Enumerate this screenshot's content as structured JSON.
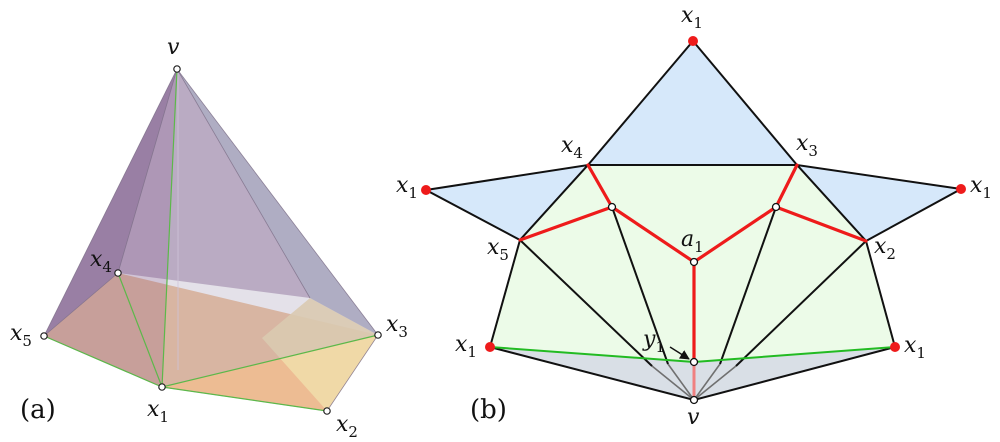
{
  "colors": {
    "face_purple": "#8c6e98",
    "face_slate": "#9c9cb6",
    "face_peach": "#eaa97c",
    "face_cream": "#efdcaa",
    "edge_green": "#5cb84a",
    "tri_blue": "#d6e8fa",
    "region_green": "#ecfbe8",
    "region_grey": "#d9dfe6",
    "red": "#ee1b1b",
    "green_line": "#22bb22",
    "black": "#111111",
    "spoke_grey": "#707070"
  },
  "panel_a": {
    "label": "(a)",
    "vertices": {
      "v": {
        "base": "v",
        "sub": ""
      },
      "x1": {
        "base": "x",
        "sub": "1"
      },
      "x2": {
        "base": "x",
        "sub": "2"
      },
      "x3": {
        "base": "x",
        "sub": "3"
      },
      "x4": {
        "base": "x",
        "sub": "4"
      },
      "x5": {
        "base": "x",
        "sub": "5"
      }
    }
  },
  "panel_b": {
    "label": "(b)",
    "vertices": {
      "x1_top": {
        "base": "x",
        "sub": "1"
      },
      "x1_left": {
        "base": "x",
        "sub": "1"
      },
      "x1_right": {
        "base": "x",
        "sub": "1"
      },
      "x1_bl": {
        "base": "x",
        "sub": "1"
      },
      "x1_br": {
        "base": "x",
        "sub": "1"
      },
      "x2": {
        "base": "x",
        "sub": "2"
      },
      "x3": {
        "base": "x",
        "sub": "3"
      },
      "x4": {
        "base": "x",
        "sub": "4"
      },
      "x5": {
        "base": "x",
        "sub": "5"
      },
      "a1": {
        "base": "a",
        "sub": "1"
      },
      "y1": {
        "base": "y",
        "sub": "1"
      },
      "v": {
        "base": "v",
        "sub": ""
      }
    }
  }
}
